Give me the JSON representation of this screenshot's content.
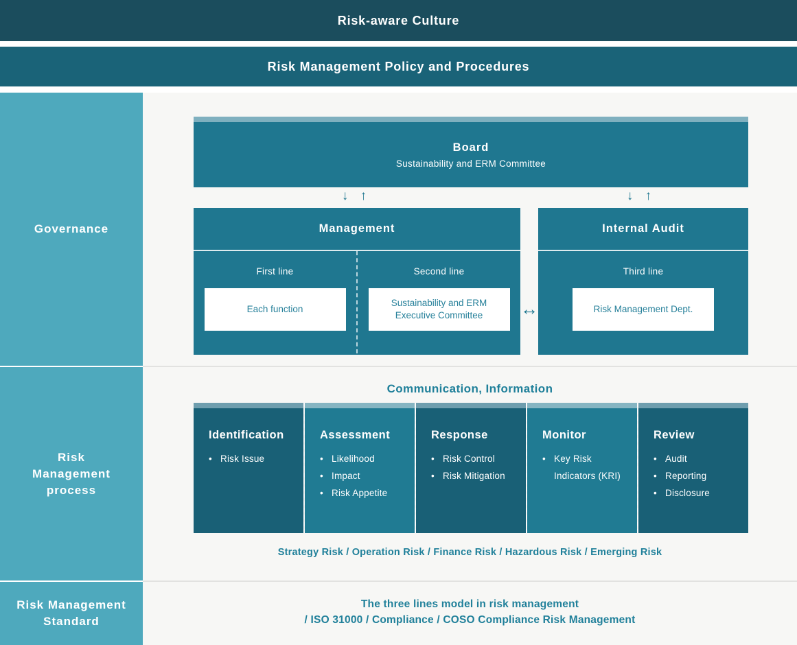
{
  "banners": {
    "culture": "Risk-aware Culture",
    "policy": "Risk Management Policy and Procedures"
  },
  "sidebar": {
    "sections": [
      {
        "label": "Governance"
      },
      {
        "label": "Risk\nManagement\nprocess"
      },
      {
        "label": "Risk Management\nStandard"
      }
    ]
  },
  "governance": {
    "board": {
      "title": "Board",
      "subtitle": "Sustainability and ERM Committee"
    },
    "arrows": {
      "down_up": "↓ ↑",
      "left_right": "↔"
    },
    "management": {
      "title": "Management",
      "first_line": {
        "label": "First line",
        "box": "Each function"
      },
      "second_line": {
        "label": "Second line",
        "box": "Sustainability and ERM\nExecutive Committee"
      }
    },
    "internal_audit": {
      "title": "Internal Audit",
      "third_line": {
        "label": "Third line",
        "box": "Risk Management Dept."
      }
    }
  },
  "process": {
    "communication": "Communication, Information",
    "columns": [
      {
        "title": "Identification",
        "tone": "dark",
        "items": [
          "Risk Issue"
        ]
      },
      {
        "title": "Assessment",
        "tone": "light",
        "items": [
          "Likelihood",
          "Impact",
          "Risk Appetite"
        ]
      },
      {
        "title": "Response",
        "tone": "dark",
        "items": [
          "Risk Control",
          "Risk Mitigation"
        ]
      },
      {
        "title": "Monitor",
        "tone": "light",
        "items": [
          "Key Risk Indicators (KRI)"
        ]
      },
      {
        "title": "Review",
        "tone": "dark",
        "items": [
          "Audit",
          "Reporting",
          "Disclosure"
        ]
      }
    ],
    "risk_types": "Strategy Risk / Operation Risk / Finance Risk / Hazardous Risk / Emerging Risk"
  },
  "standard": {
    "text": "The three lines model in risk management\n/ ISO 31000 / Compliance / COSO Compliance Risk Management"
  },
  "colors": {
    "banner_dark": "#1b4d5d",
    "banner_teal": "#1a6378",
    "sidebar_teal": "#4ea9bd",
    "box_teal": "#1f7790",
    "strip_light": "#7fb0bf",
    "column_dark": "#196076",
    "column_light": "#207b93",
    "accent_text": "#20809a",
    "background": "#f7f7f5"
  }
}
